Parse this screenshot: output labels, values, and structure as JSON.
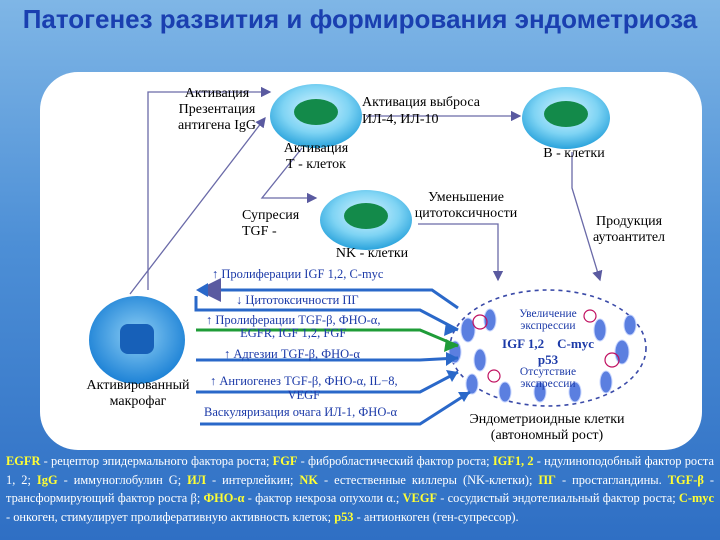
{
  "title": "Патогенез развития и формирования эндометриоза",
  "nodes": {
    "t_cells": "Активация\nТ - клеток",
    "b_cells": "В - клетки",
    "nk_cells": "NK - клетки",
    "macrophage": "Активированный\nмакрофаг",
    "endometrial": "Эндометриоидные клетки\n(автономный рост)"
  },
  "labels": {
    "activation_presentation": "Активация\nПрезентация\nантигена IgG",
    "release_activation": "Активация выброса\nИЛ-4, ИЛ-10",
    "suppression": "Супресия\nTGF -",
    "cytotox_decrease": "Уменьшение\nцитотоксичности",
    "autoantibodies": "Продукция\nаутоантител"
  },
  "arrows": {
    "a1": "↑ Пролиферации IGF 1,2, C-myc",
    "a2": "↓  Цитотоксичности ПГ",
    "a3": "↑ Пролиферации TGF-β,  ФНО-α,\nEGFR, IGF 1,2, FGF",
    "a4": "↑ Адгезии TGF-β,  ФНО-α",
    "a5": "↑ Ангиогенез TGF-β,  ФНО-α, IL−8,\nVEGF",
    "a6": "Васкуляризация очага ИЛ-1, ФНО-α"
  },
  "cluster": {
    "increase": "Увеличение\nэкспрессии",
    "main": "IGF 1,2    C-myc\np53",
    "absence": "Отсутствие\nэкспрессии"
  },
  "legend": [
    {
      "k": "EGFR",
      "t": " - рецептор эпидермального фактора роста; "
    },
    {
      "k": "FGF",
      "t": " - фибробластический фактор роста; "
    },
    {
      "k": "IGF1, 2",
      "t": " - ндулиноподобный фактор роста 1, 2; "
    },
    {
      "k": "IgG",
      "t": " - иммуноглобулин G; "
    },
    {
      "k": "ИЛ",
      "t": " - интерлейкин; "
    },
    {
      "k": "NK",
      "t": " - естественные киллеры (NK-клетки); "
    },
    {
      "k": "ПГ",
      "t": " - простагландины. "
    },
    {
      "k": "TGF-β",
      "t": " - трансформирующий фактор роста β; "
    },
    {
      "k": "ФНО-α",
      "t": "  - фактор некроза опухоли α.; "
    },
    {
      "k": "VEGF",
      "t": " - сосудистый эндотелиальный фактор роста; "
    },
    {
      "k": "C-myc",
      "t": " - онкоген, стимулирует пролиферативную активность клеток;  "
    },
    {
      "k": "p53",
      "t": " - антионкоген (ген-супрессор)."
    }
  ],
  "colors": {
    "background": "#3f82d2",
    "title": "#1a3fb0",
    "cell": "#138a4a",
    "membrane": "#35b8ec",
    "blue_arrow": "#2a68c9",
    "green_arrow": "#1f9c38"
  }
}
